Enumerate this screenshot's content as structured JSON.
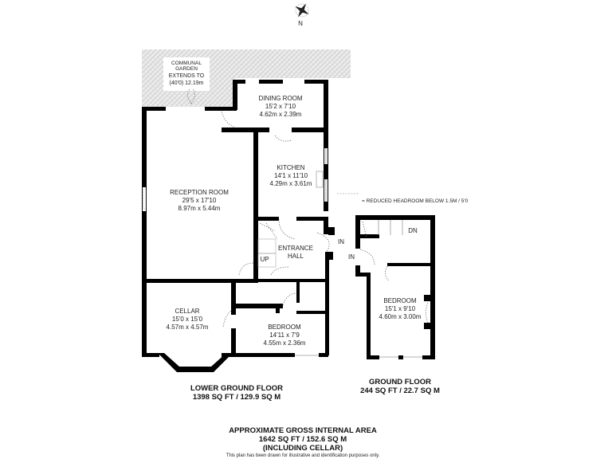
{
  "compass": {
    "label": "N"
  },
  "garden": {
    "line1": "COMMUNAL",
    "line2": "GARDEN",
    "line3": "EXTENDS TO",
    "line4": "(40'0) 12.19m"
  },
  "legend": {
    "text": "= REDUCED HEADROOM BELOW 1.5M / 5'0"
  },
  "rooms": {
    "dining": {
      "name": "DINING ROOM",
      "imperial": "15'2 x 7'10",
      "metric": "4.62m x 2.39m"
    },
    "kitchen": {
      "name": "KITCHEN",
      "imperial": "14'1 x 11'10",
      "metric": "4.29m x 3.61m"
    },
    "reception": {
      "name": "RECEPTION ROOM",
      "imperial": "29'5 x 17'10",
      "metric": "8.97m x 5.44m"
    },
    "entrance": {
      "name1": "ENTRANCE",
      "name2": "HALL"
    },
    "cellar": {
      "name": "CELLAR",
      "imperial": "15'0 x 15'0",
      "metric": "4.57m x 4.57m"
    },
    "bedroom_lower": {
      "name": "BEDROOM",
      "imperial": "14'11 x 7'9",
      "metric": "4.55m x 2.36m"
    },
    "bedroom_ground": {
      "name": "BEDROOM",
      "imperial": "15'1 x 9'10",
      "metric": "4.60m x 3.00m"
    }
  },
  "markers": {
    "up": "UP",
    "dn": "DN",
    "in_lower": "IN",
    "in_ground": "IN"
  },
  "floors": {
    "lower": {
      "name": "LOWER GROUND FLOOR",
      "area": "1398 SQ FT / 129.9 SQ M"
    },
    "ground": {
      "name": "GROUND FLOOR",
      "area": "244 SQ FT / 22.7 SQ M"
    }
  },
  "summary": {
    "title": "APPROXIMATE GROSS INTERNAL AREA",
    "area": "1642 SQ FT / 152.6 SQ M",
    "note": "(INCLUDING CELLAR)",
    "disclaimer": "This plan has been drawn for illustrative and identification purposes only."
  }
}
